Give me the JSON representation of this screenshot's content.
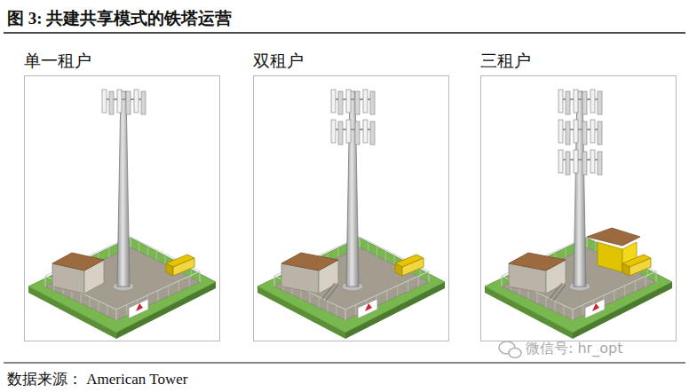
{
  "diagram": {
    "title": "图 3:  共建共享模式的铁塔运营",
    "nodes": [
      {
        "text": [
          "单一租户"
        ]
      },
      {
        "text": [
          "双租户"
        ]
      },
      {
        "text": [
          "三租户"
        ]
      }
    ],
    "labels": [
      "数据来源： American Tower",
      "微信号: hr_opt"
    ]
  }
}
